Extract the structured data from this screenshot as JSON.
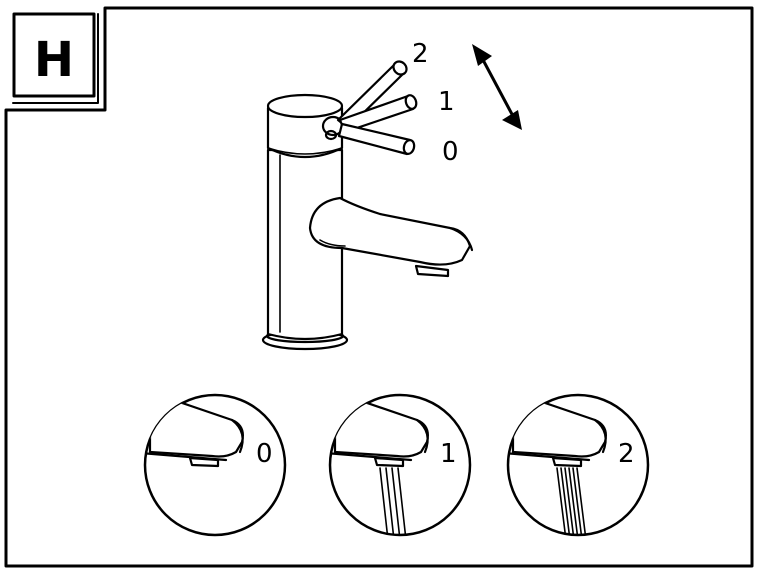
{
  "step": {
    "letter": "H"
  },
  "handle_positions": [
    {
      "label": "2"
    },
    {
      "label": "1"
    },
    {
      "label": "0"
    }
  ],
  "flow_states": [
    {
      "label": "0"
    },
    {
      "label": "1"
    },
    {
      "label": "2"
    }
  ]
}
